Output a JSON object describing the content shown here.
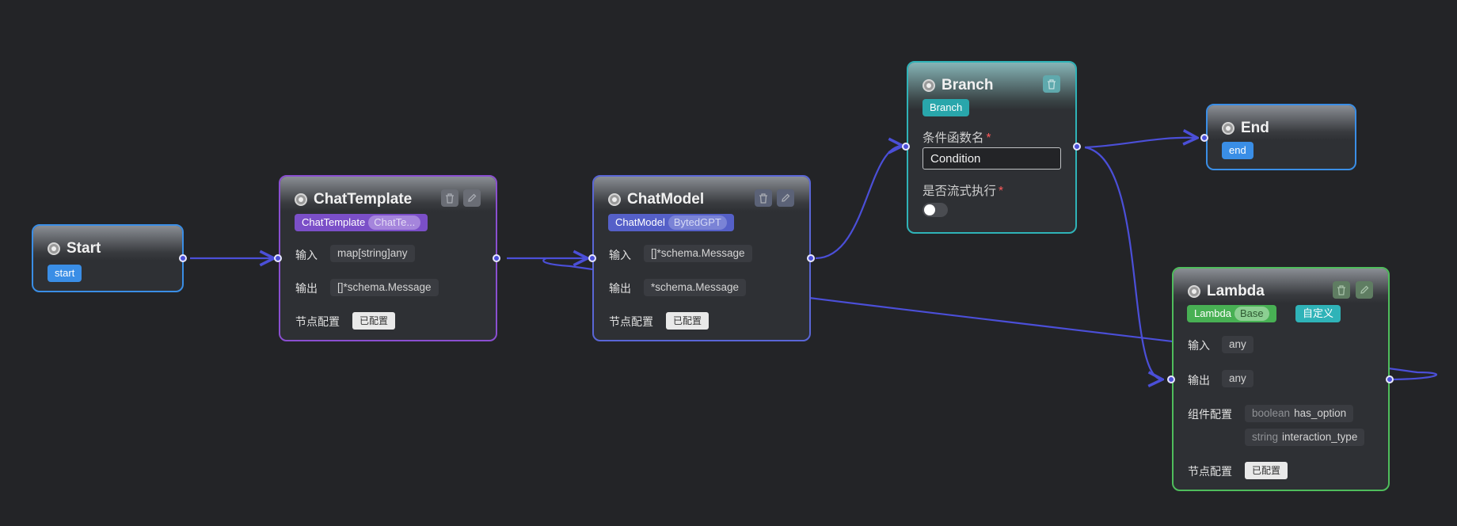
{
  "colors": {
    "edge": "#4b4fd8",
    "start": "#3a8ee6",
    "end": "#3a8ee6",
    "chat_template": "#8a4fd0",
    "chat_model": "#5a66d6",
    "branch": "#2fb3b8",
    "lambda": "#4fbd5c"
  },
  "icons": {
    "node_icon": "radio-icon",
    "delete": "trash-icon",
    "edit": "pencil-icon"
  },
  "labels": {
    "input": "输入",
    "output": "输出",
    "node_config": "节点配置",
    "configured": "已配置",
    "component_config": "组件配置"
  },
  "start": {
    "title": "Start",
    "tag": "start"
  },
  "chat_template": {
    "title": "ChatTemplate",
    "tag": "ChatTemplate",
    "tag_sub": "ChatTe...",
    "input": "map[string]any",
    "output": "[]*schema.Message"
  },
  "chat_model": {
    "title": "ChatModel",
    "tag": "ChatModel",
    "tag_sub": "BytedGPT",
    "input": "[]*schema.Message",
    "output": "*schema.Message"
  },
  "branch": {
    "title": "Branch",
    "tag": "Branch",
    "cond_label": "条件函数名",
    "cond_value": "Condition",
    "stream_label": "是否流式执行",
    "stream_on": false
  },
  "end": {
    "title": "End",
    "tag": "end"
  },
  "lambda": {
    "title": "Lambda",
    "tag": "Lambda",
    "tag_sub": "Base",
    "tag2": "自定义",
    "input": "any",
    "output": "any",
    "options": [
      {
        "type": "boolean",
        "name": "has_option"
      },
      {
        "type": "string",
        "name": "interaction_type"
      }
    ]
  }
}
